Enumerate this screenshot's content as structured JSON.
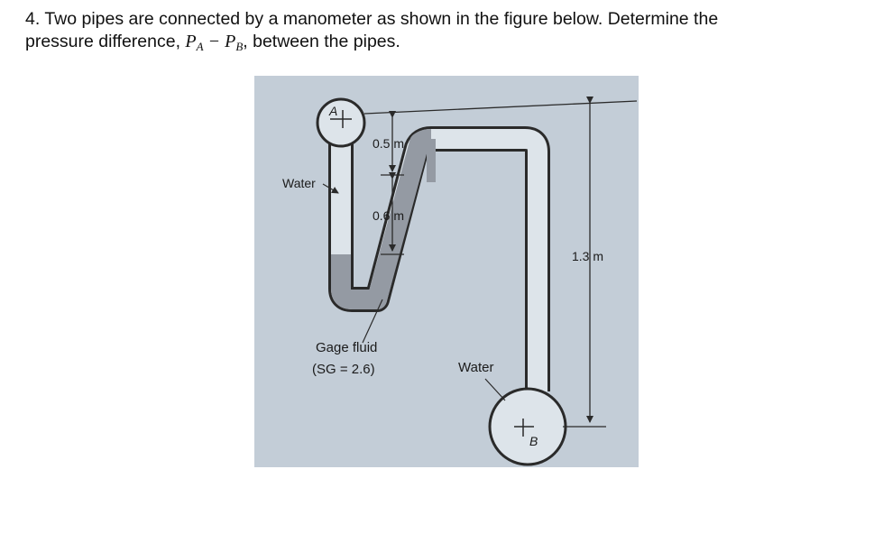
{
  "question": {
    "prefix": "4. Two pipes are connected by a manometer as shown in the figure below. Determine the",
    "line2_start": "pressure difference,",
    "pa": "P",
    "pa_sub": "A",
    "minus": " − ",
    "pb": "P",
    "pb_sub": "B",
    "line2_end": ", between the pipes."
  },
  "figure": {
    "pipe_a_label": "A",
    "pipe_b_label": "B",
    "dim_upper": "0.5 m",
    "dim_lower": "0.6 m",
    "dim_right": "1.3 m",
    "water_left": "Water",
    "water_right": "Water",
    "gage_fluid": "Gage fluid",
    "gage_sg": "(SG = 2.6)"
  },
  "colors": {
    "background": "#c3cdd7",
    "tube_fill": "#dde4ea",
    "gage_fluid": "#949aa3",
    "outline": "#2a2a2a"
  }
}
